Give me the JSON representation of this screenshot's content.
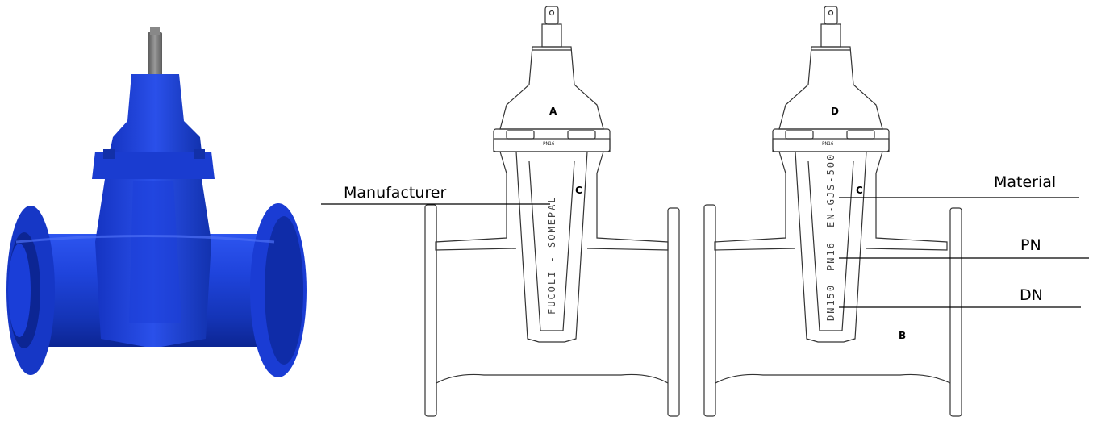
{
  "photo": {
    "body_color": "#1a3fd6",
    "shadow_color": "#0c2593",
    "stem_color": "#7a7a7a"
  },
  "left_drawing": {
    "letter_top": "A",
    "letter_side": "C",
    "emboss_vertical": "FUCOLI - SOMEPAL",
    "emboss_bonnet": "PN16",
    "callout_label": "Manufacturer"
  },
  "right_drawing": {
    "letter_top": "D",
    "letter_side": "C",
    "letter_bottom": "B",
    "emboss_material": "EN-GJS-500",
    "emboss_pn": "PN16",
    "emboss_dn": "DN150",
    "emboss_bonnet": "PN16",
    "callouts": [
      "Material",
      "PN",
      "DN"
    ]
  }
}
